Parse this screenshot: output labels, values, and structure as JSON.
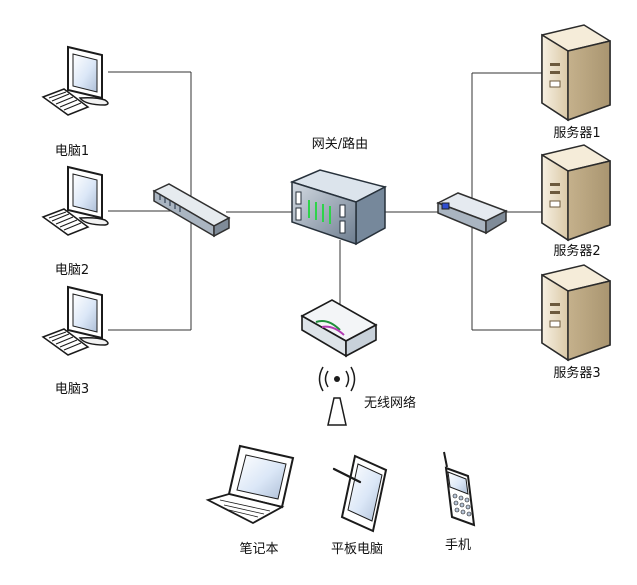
{
  "nodes": {
    "pc1": {
      "label": "电脑1",
      "icon": "desktop-computer-icon"
    },
    "pc2": {
      "label": "电脑2",
      "icon": "desktop-computer-icon"
    },
    "pc3": {
      "label": "电脑3",
      "icon": "desktop-computer-icon"
    },
    "switch_left": {
      "label": "",
      "icon": "network-switch-icon"
    },
    "gateway": {
      "label": "网关/路由",
      "icon": "router-icon"
    },
    "switch_right": {
      "label": "",
      "icon": "network-switch-icon"
    },
    "server1": {
      "label": "服务器1",
      "icon": "server-tower-icon"
    },
    "server2": {
      "label": "服务器2",
      "icon": "server-tower-icon"
    },
    "server3": {
      "label": "服务器3",
      "icon": "server-tower-icon"
    },
    "wireless_ap": {
      "label": "",
      "icon": "wireless-access-point-icon"
    },
    "wireless_network": {
      "label": "无线网络",
      "icon": "antenna-icon"
    },
    "laptop": {
      "label": "笔记本",
      "icon": "laptop-icon"
    },
    "tablet": {
      "label": "平板电脑",
      "icon": "tablet-icon"
    },
    "phone": {
      "label": "手机",
      "icon": "mobile-phone-icon"
    }
  },
  "colors": {
    "line": "#333333",
    "screen": "#dbe7f7",
    "device_dark": "#59697d",
    "device_light": "#d9dee4",
    "server": "#e8dcc3",
    "server_dark": "#bda980"
  }
}
